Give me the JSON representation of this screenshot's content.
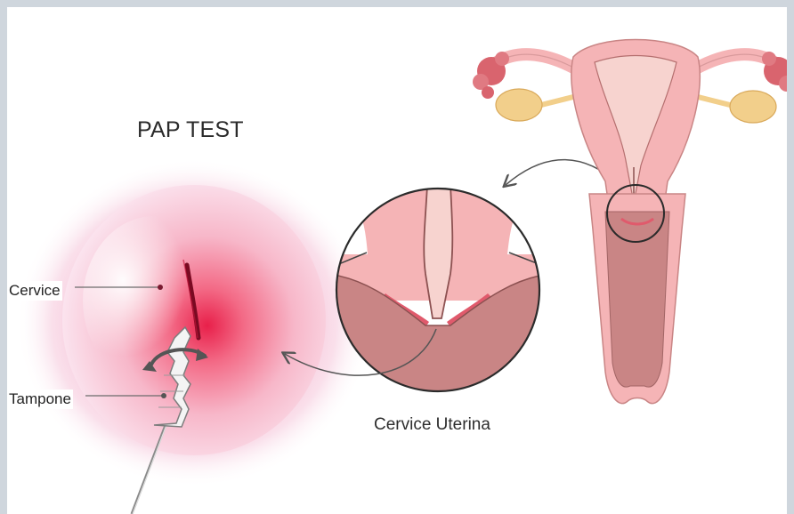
{
  "title": "PAP TEST",
  "labels": {
    "cervix": "Cervice",
    "swab": "Tampone",
    "uterine_cervix": "Cervice Uterina"
  },
  "colors": {
    "frame_background": "#cfd6dd",
    "tissue_pink": "#f5b4b6",
    "tissue_light": "#f7d3cf",
    "muscle_dark": "#c98585",
    "ovary_yellow": "#f2cf8b",
    "fimbria_red": "#d9646e",
    "glow_pink": "#f06a9a"
  }
}
